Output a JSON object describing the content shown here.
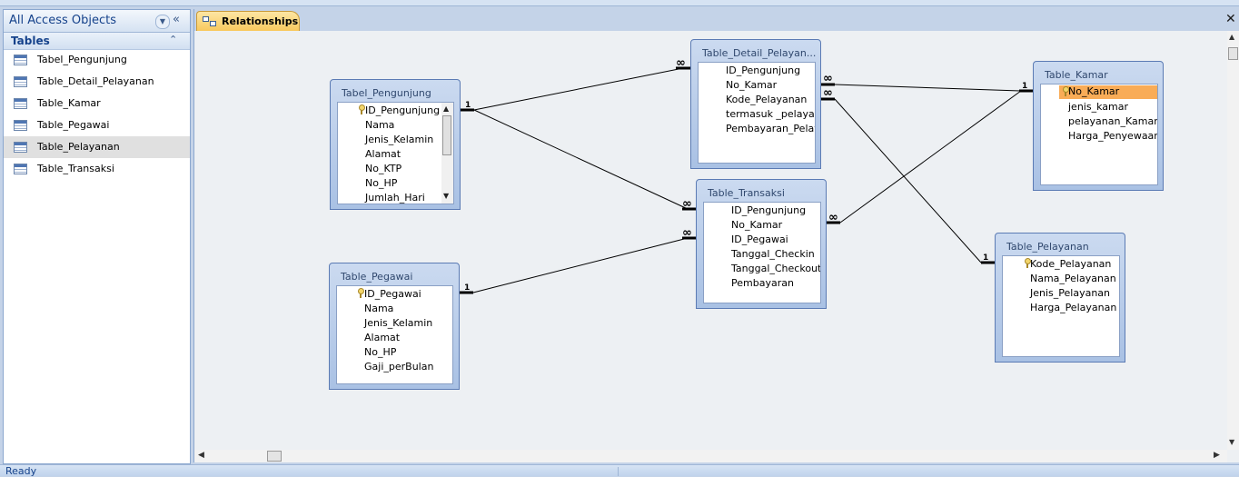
{
  "nav": {
    "title": "All Access Objects",
    "group_label": "Tables",
    "items": [
      {
        "label": "Tabel_Pengunjung"
      },
      {
        "label": "Table_Detail_Pelayanan"
      },
      {
        "label": "Table_Kamar"
      },
      {
        "label": "Table_Pegawai"
      },
      {
        "label": "Table_Pelayanan",
        "selected": true
      },
      {
        "label": "Table_Transaksi"
      }
    ]
  },
  "tab": {
    "label": "Relationships"
  },
  "tables": {
    "pengunjung": {
      "title": "Tabel_Pengunjung",
      "fields": [
        "ID_Pengunjung",
        "Nama",
        "Jenis_Kelamin",
        "Alamat",
        "No_KTP",
        "No_HP",
        "Jumlah_Hari"
      ]
    },
    "pegawai": {
      "title": "Table_Pegawai",
      "fields": [
        "ID_Pegawai",
        "Nama",
        "Jenis_Kelamin",
        "Alamat",
        "No_HP",
        "Gaji_perBulan"
      ]
    },
    "detail": {
      "title": "Table_Detail_Pelayan...",
      "fields": [
        "ID_Pengunjung",
        "No_Kamar",
        "Kode_Pelayanan",
        "termasuk _pelayana",
        "Pembayaran_Pelaya"
      ]
    },
    "transaksi": {
      "title": "Table_Transaksi",
      "fields": [
        "ID_Pengunjung",
        "No_Kamar",
        "ID_Pegawai",
        "Tanggal_Checkin",
        "Tanggal_Checkout",
        "Pembayaran"
      ]
    },
    "kamar": {
      "title": "Table_Kamar",
      "fields": [
        "No_Kamar",
        "jenis_kamar",
        "pelayanan_Kamar",
        "Harga_Penyewaan_"
      ]
    },
    "pelayanan": {
      "title": "Table_Pelayanan",
      "fields": [
        "Kode_Pelayanan",
        "Nama_Pelayanan",
        "Jenis_Pelayanan",
        "Harga_Pelayanan"
      ]
    }
  },
  "cardinality": {
    "one": "1",
    "many": "∞"
  },
  "status": {
    "text": "Ready"
  },
  "colors": {
    "accent": "#f9ac57",
    "border": "#5b7bb4",
    "nav_text": "#15428b"
  }
}
